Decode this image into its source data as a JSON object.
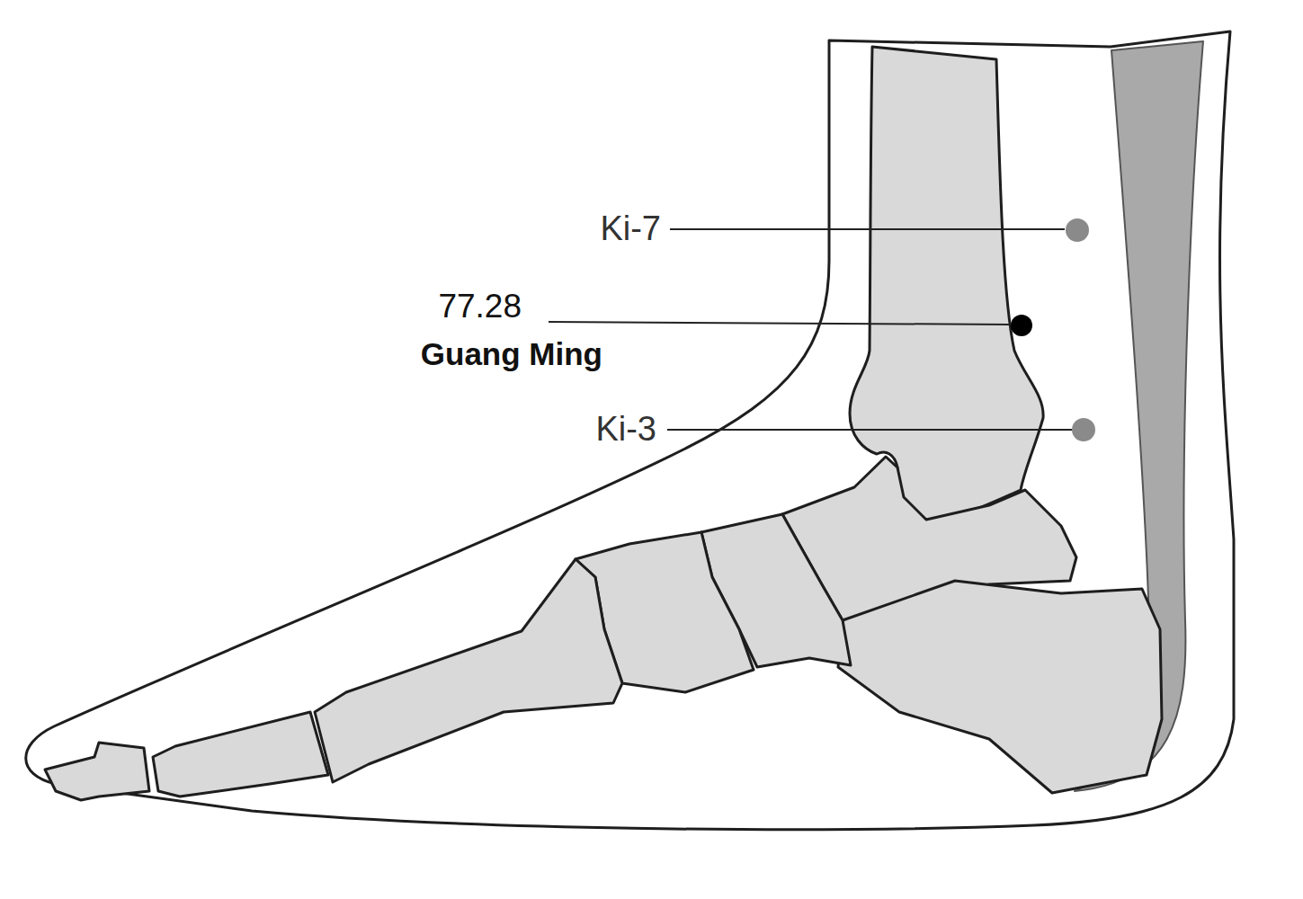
{
  "diagram": {
    "labels": [
      "Ki-7",
      "77.28",
      "Guang Ming",
      "Ki-3"
    ]
  }
}
